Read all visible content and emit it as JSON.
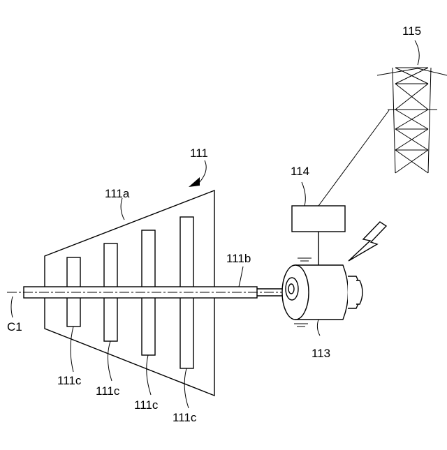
{
  "labels": {
    "turbine": "111",
    "casing": "111a",
    "shaft": "111b",
    "blade_1": "111c",
    "blade_2": "111c",
    "blade_3": "111c",
    "blade_4": "111c",
    "generator": "113",
    "controller": "114",
    "tower": "115",
    "axis": "C1"
  }
}
